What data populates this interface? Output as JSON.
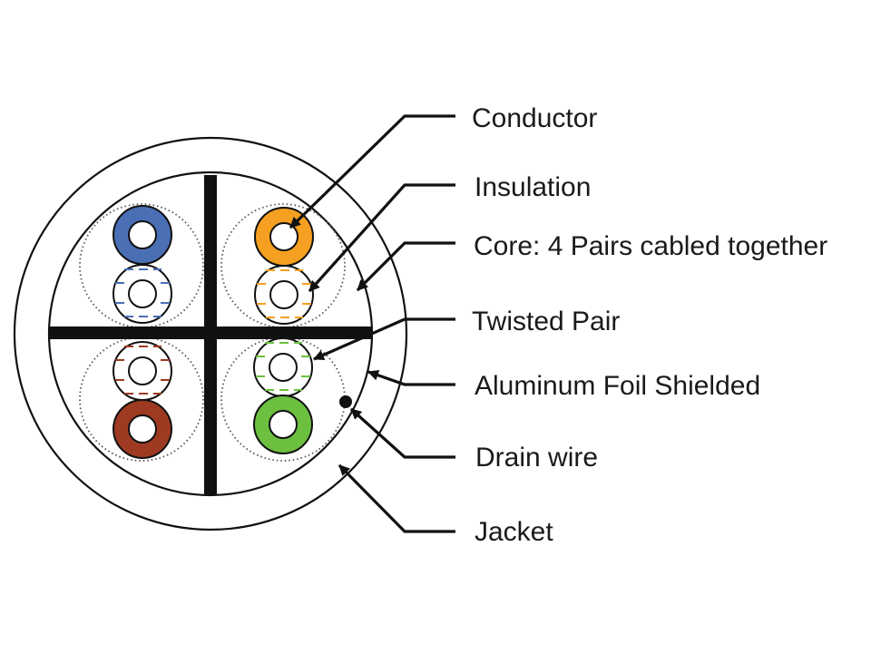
{
  "labels": {
    "conductor": "Conductor",
    "insulation": "Insulation",
    "core": "Core: 4 Pairs cabled together",
    "twisted_pair": "Twisted Pair",
    "foil": "Aluminum Foil Shielded",
    "drain": "Drain wire",
    "jacket": "Jacket"
  },
  "colors": {
    "blue": "#4a6fb5",
    "orange": "#f5a020",
    "brown": "#9e3a22",
    "green": "#6cbf3f",
    "line": "#111111"
  },
  "pairs": [
    {
      "name": "blue-pair",
      "color": "blue"
    },
    {
      "name": "orange-pair",
      "color": "orange"
    },
    {
      "name": "brown-pair",
      "color": "brown"
    },
    {
      "name": "green-pair",
      "color": "green"
    }
  ]
}
